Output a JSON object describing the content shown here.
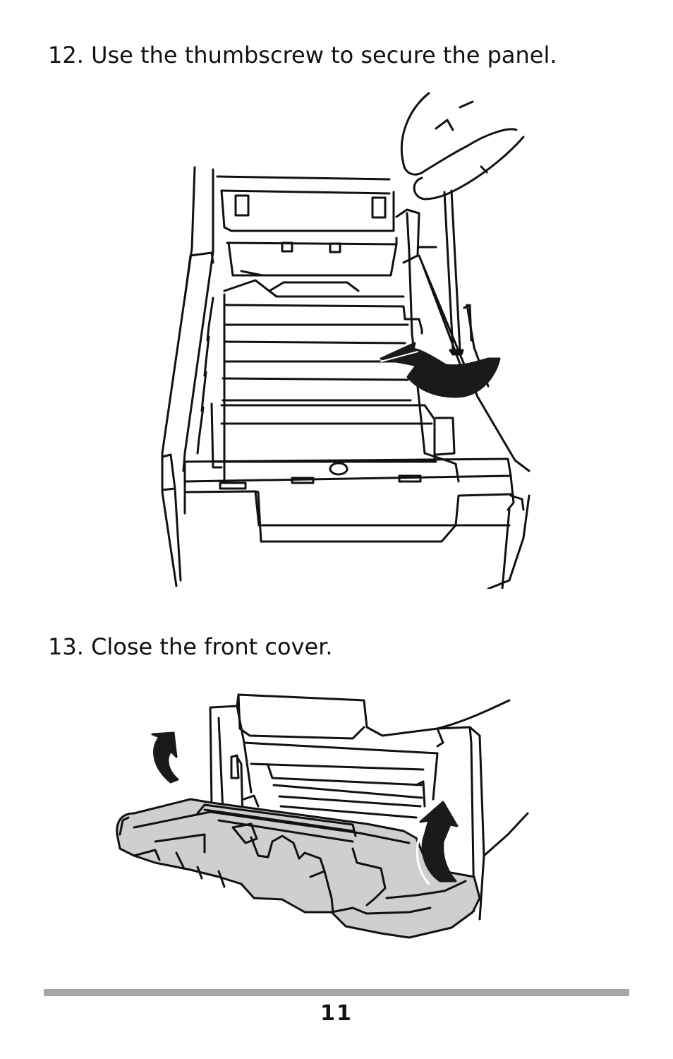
{
  "steps": [
    {
      "text": "12. Use the thumbscrew to secure the panel."
    },
    {
      "text": "13. Close the front cover."
    }
  ],
  "footer": {
    "page_number": "11"
  },
  "colors": {
    "text": "#111111",
    "rule": "#a6a6a6",
    "line_art": "#111111",
    "cover_fill": "#cfcfcf",
    "arrow_fill": "#1a1a1a"
  },
  "icons": [
    "thumbscrew-illustration",
    "printer-front-cover-illustration",
    "rotate-arrow-icon",
    "lift-arrow-icon"
  ]
}
